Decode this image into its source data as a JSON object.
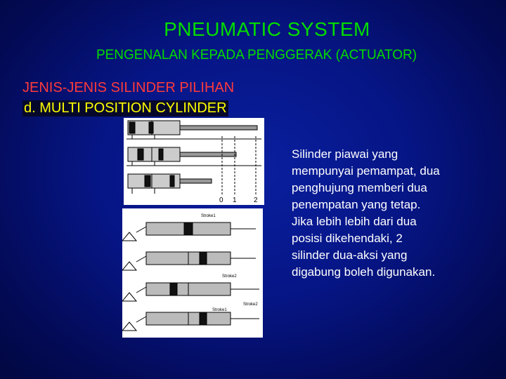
{
  "slide": {
    "title": "PNEUMATIC SYSTEM",
    "subtitle": "PENGENALAN KEPADA PENGGERAK (ACTUATOR)",
    "heading_red": "JENIS-JENIS SILINDER PILIHAN",
    "heading_yellow": "d. MULTI POSITION CYLINDER",
    "description": "Silinder piawai yang\nmempunyai pemampat, dua\npenghujung memberi dua\npenempatan yang tetap.\nJika lebih lebih dari dua\nposisi dikehendaki, 2\nsilinder dua-aksi yang\ndigabung boleh digunakan."
  },
  "figures": {
    "top_labels": [
      "0",
      "1",
      "2"
    ],
    "bottom_labels": [
      "Stroke1",
      "Stroke2",
      "Stroke2",
      "Stroke1"
    ]
  },
  "colors": {
    "title": "#00dd00",
    "heading_red": "#ff3a3a",
    "heading_yellow": "#ffff00",
    "body_text": "#ffffff",
    "background": "#061584"
  }
}
